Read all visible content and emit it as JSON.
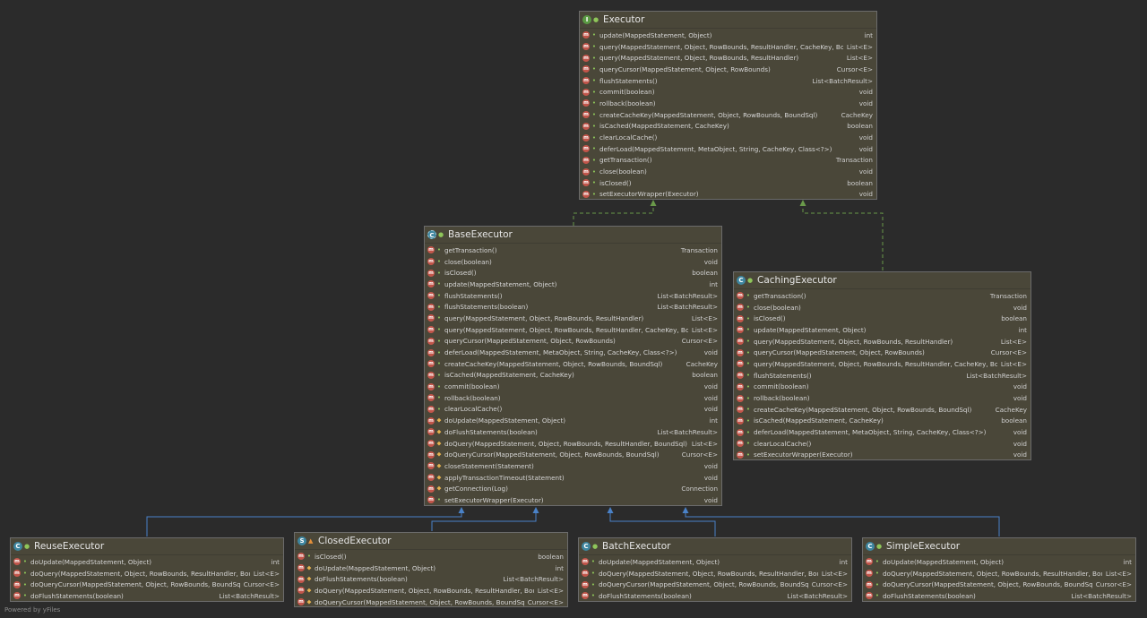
{
  "footer": "Powered by yFiles",
  "colors": {
    "background": "#2b2b2b",
    "box_fill": "#4a4739",
    "realization_edge": "#6a9a4a",
    "inheritance_edge": "#4a82c8",
    "method_icon": "#c2554a",
    "public_marker": "#8fc65a",
    "protected_marker": "#e5b14d"
  },
  "classes": {
    "executor": {
      "name": "Executor",
      "kind": "interface",
      "methods": [
        {
          "name": "update(MappedStatement, Object)",
          "ret": "int",
          "vis": "public"
        },
        {
          "name": "query(MappedStatement, Object, RowBounds, ResultHandler, CacheKey, BoundSql)",
          "ret": "List<E>",
          "vis": "public"
        },
        {
          "name": "query(MappedStatement, Object, RowBounds, ResultHandler)",
          "ret": "List<E>",
          "vis": "public"
        },
        {
          "name": "queryCursor(MappedStatement, Object, RowBounds)",
          "ret": "Cursor<E>",
          "vis": "public"
        },
        {
          "name": "flushStatements()",
          "ret": "List<BatchResult>",
          "vis": "public"
        },
        {
          "name": "commit(boolean)",
          "ret": "void",
          "vis": "public"
        },
        {
          "name": "rollback(boolean)",
          "ret": "void",
          "vis": "public"
        },
        {
          "name": "createCacheKey(MappedStatement, Object, RowBounds, BoundSql)",
          "ret": "CacheKey",
          "vis": "public"
        },
        {
          "name": "isCached(MappedStatement, CacheKey)",
          "ret": "boolean",
          "vis": "public"
        },
        {
          "name": "clearLocalCache()",
          "ret": "void",
          "vis": "public"
        },
        {
          "name": "deferLoad(MappedStatement, MetaObject, String, CacheKey, Class<?>)",
          "ret": "void",
          "vis": "public"
        },
        {
          "name": "getTransaction()",
          "ret": "Transaction",
          "vis": "public"
        },
        {
          "name": "close(boolean)",
          "ret": "void",
          "vis": "public"
        },
        {
          "name": "isClosed()",
          "ret": "boolean",
          "vis": "public"
        },
        {
          "name": "setExecutorWrapper(Executor)",
          "ret": "void",
          "vis": "public"
        }
      ]
    },
    "base_executor": {
      "name": "BaseExecutor",
      "kind": "abstract",
      "methods": [
        {
          "name": "getTransaction()",
          "ret": "Transaction",
          "vis": "public"
        },
        {
          "name": "close(boolean)",
          "ret": "void",
          "vis": "public"
        },
        {
          "name": "isClosed()",
          "ret": "boolean",
          "vis": "public"
        },
        {
          "name": "update(MappedStatement, Object)",
          "ret": "int",
          "vis": "public"
        },
        {
          "name": "flushStatements()",
          "ret": "List<BatchResult>",
          "vis": "public"
        },
        {
          "name": "flushStatements(boolean)",
          "ret": "List<BatchResult>",
          "vis": "public"
        },
        {
          "name": "query(MappedStatement, Object, RowBounds, ResultHandler)",
          "ret": "List<E>",
          "vis": "public"
        },
        {
          "name": "query(MappedStatement, Object, RowBounds, ResultHandler, CacheKey, BoundSql)",
          "ret": "List<E>",
          "vis": "public"
        },
        {
          "name": "queryCursor(MappedStatement, Object, RowBounds)",
          "ret": "Cursor<E>",
          "vis": "public"
        },
        {
          "name": "deferLoad(MappedStatement, MetaObject, String, CacheKey, Class<?>)",
          "ret": "void",
          "vis": "public"
        },
        {
          "name": "createCacheKey(MappedStatement, Object, RowBounds, BoundSql)",
          "ret": "CacheKey",
          "vis": "public"
        },
        {
          "name": "isCached(MappedStatement, CacheKey)",
          "ret": "boolean",
          "vis": "public"
        },
        {
          "name": "commit(boolean)",
          "ret": "void",
          "vis": "public"
        },
        {
          "name": "rollback(boolean)",
          "ret": "void",
          "vis": "public"
        },
        {
          "name": "clearLocalCache()",
          "ret": "void",
          "vis": "public"
        },
        {
          "name": "doUpdate(MappedStatement, Object)",
          "ret": "int",
          "vis": "protected"
        },
        {
          "name": "doFlushStatements(boolean)",
          "ret": "List<BatchResult>",
          "vis": "protected"
        },
        {
          "name": "doQuery(MappedStatement, Object, RowBounds, ResultHandler, BoundSql)",
          "ret": "List<E>",
          "vis": "protected"
        },
        {
          "name": "doQueryCursor(MappedStatement, Object, RowBounds, BoundSql)",
          "ret": "Cursor<E>",
          "vis": "protected"
        },
        {
          "name": "closeStatement(Statement)",
          "ret": "void",
          "vis": "protected"
        },
        {
          "name": "applyTransactionTimeout(Statement)",
          "ret": "void",
          "vis": "protected"
        },
        {
          "name": "getConnection(Log)",
          "ret": "Connection",
          "vis": "protected"
        },
        {
          "name": "setExecutorWrapper(Executor)",
          "ret": "void",
          "vis": "public"
        }
      ]
    },
    "caching_executor": {
      "name": "CachingExecutor",
      "kind": "class",
      "methods": [
        {
          "name": "getTransaction()",
          "ret": "Transaction",
          "vis": "public"
        },
        {
          "name": "close(boolean)",
          "ret": "void",
          "vis": "public"
        },
        {
          "name": "isClosed()",
          "ret": "boolean",
          "vis": "public"
        },
        {
          "name": "update(MappedStatement, Object)",
          "ret": "int",
          "vis": "public"
        },
        {
          "name": "query(MappedStatement, Object, RowBounds, ResultHandler)",
          "ret": "List<E>",
          "vis": "public"
        },
        {
          "name": "queryCursor(MappedStatement, Object, RowBounds)",
          "ret": "Cursor<E>",
          "vis": "public"
        },
        {
          "name": "query(MappedStatement, Object, RowBounds, ResultHandler, CacheKey, BoundSql)",
          "ret": "List<E>",
          "vis": "public"
        },
        {
          "name": "flushStatements()",
          "ret": "List<BatchResult>",
          "vis": "public"
        },
        {
          "name": "commit(boolean)",
          "ret": "void",
          "vis": "public"
        },
        {
          "name": "rollback(boolean)",
          "ret": "void",
          "vis": "public"
        },
        {
          "name": "createCacheKey(MappedStatement, Object, RowBounds, BoundSql)",
          "ret": "CacheKey",
          "vis": "public"
        },
        {
          "name": "isCached(MappedStatement, CacheKey)",
          "ret": "boolean",
          "vis": "public"
        },
        {
          "name": "deferLoad(MappedStatement, MetaObject, String, CacheKey, Class<?>)",
          "ret": "void",
          "vis": "public"
        },
        {
          "name": "clearLocalCache()",
          "ret": "void",
          "vis": "public"
        },
        {
          "name": "setExecutorWrapper(Executor)",
          "ret": "void",
          "vis": "public"
        }
      ]
    },
    "reuse_executor": {
      "name": "ReuseExecutor",
      "kind": "class",
      "methods": [
        {
          "name": "doUpdate(MappedStatement, Object)",
          "ret": "int",
          "vis": "public"
        },
        {
          "name": "doQuery(MappedStatement, Object, RowBounds, ResultHandler, BoundSql)",
          "ret": "List<E>",
          "vis": "public"
        },
        {
          "name": "doQueryCursor(MappedStatement, Object, RowBounds, BoundSql)",
          "ret": "Cursor<E>",
          "vis": "public"
        },
        {
          "name": "doFlushStatements(boolean)",
          "ret": "List<BatchResult>",
          "vis": "public"
        }
      ]
    },
    "closed_executor": {
      "name": "ClosedExecutor",
      "kind": "private-static",
      "methods": [
        {
          "name": "isClosed()",
          "ret": "boolean",
          "vis": "public"
        },
        {
          "name": "doUpdate(MappedStatement, Object)",
          "ret": "int",
          "vis": "protected"
        },
        {
          "name": "doFlushStatements(boolean)",
          "ret": "List<BatchResult>",
          "vis": "protected"
        },
        {
          "name": "doQuery(MappedStatement, Object, RowBounds, ResultHandler, BoundSql)",
          "ret": "List<E>",
          "vis": "protected"
        },
        {
          "name": "doQueryCursor(MappedStatement, Object, RowBounds, BoundSql)",
          "ret": "Cursor<E>",
          "vis": "protected"
        }
      ]
    },
    "batch_executor": {
      "name": "BatchExecutor",
      "kind": "class",
      "methods": [
        {
          "name": "doUpdate(MappedStatement, Object)",
          "ret": "int",
          "vis": "public"
        },
        {
          "name": "doQuery(MappedStatement, Object, RowBounds, ResultHandler, BoundSql)",
          "ret": "List<E>",
          "vis": "public"
        },
        {
          "name": "doQueryCursor(MappedStatement, Object, RowBounds, BoundSql)",
          "ret": "Cursor<E>",
          "vis": "public"
        },
        {
          "name": "doFlushStatements(boolean)",
          "ret": "List<BatchResult>",
          "vis": "public"
        }
      ]
    },
    "simple_executor": {
      "name": "SimpleExecutor",
      "kind": "class",
      "methods": [
        {
          "name": "doUpdate(MappedStatement, Object)",
          "ret": "int",
          "vis": "public"
        },
        {
          "name": "doQuery(MappedStatement, Object, RowBounds, ResultHandler, BoundSql)",
          "ret": "List<E>",
          "vis": "public"
        },
        {
          "name": "doQueryCursor(MappedStatement, Object, RowBounds, BoundSql)",
          "ret": "Cursor<E>",
          "vis": "public"
        },
        {
          "name": "doFlushStatements(boolean)",
          "ret": "List<BatchResult>",
          "vis": "public"
        }
      ]
    }
  }
}
